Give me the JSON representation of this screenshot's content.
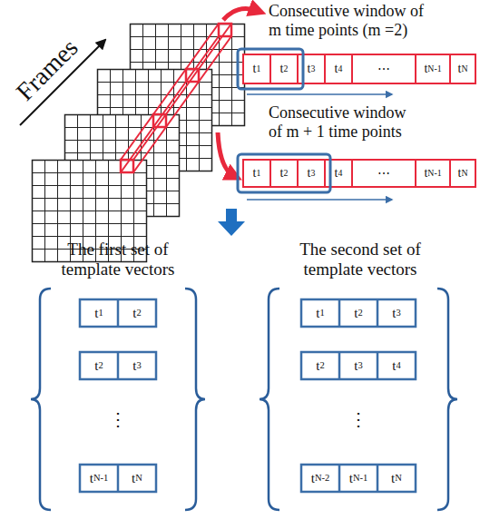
{
  "diagram": {
    "labels": [
      "Frames",
      "Consecutive window of m time points (m =2)",
      "Consecutive window of m + 1 time points",
      "t1",
      "t2",
      "t3",
      "t4",
      "⋯",
      "tN-1",
      "tN",
      "t1",
      "t2",
      "t3",
      "t4",
      "⋯",
      "tN-1",
      "tN",
      "The first set of template vectors",
      "The second set of template vectors",
      "t1",
      "t2",
      "t2",
      "t3",
      "⋮",
      "tN-1",
      "tN",
      "t1",
      "t2",
      "t3",
      "t2",
      "t3",
      "t4",
      "⋮",
      "tN-2",
      "tN-1",
      "tN"
    ]
  }
}
